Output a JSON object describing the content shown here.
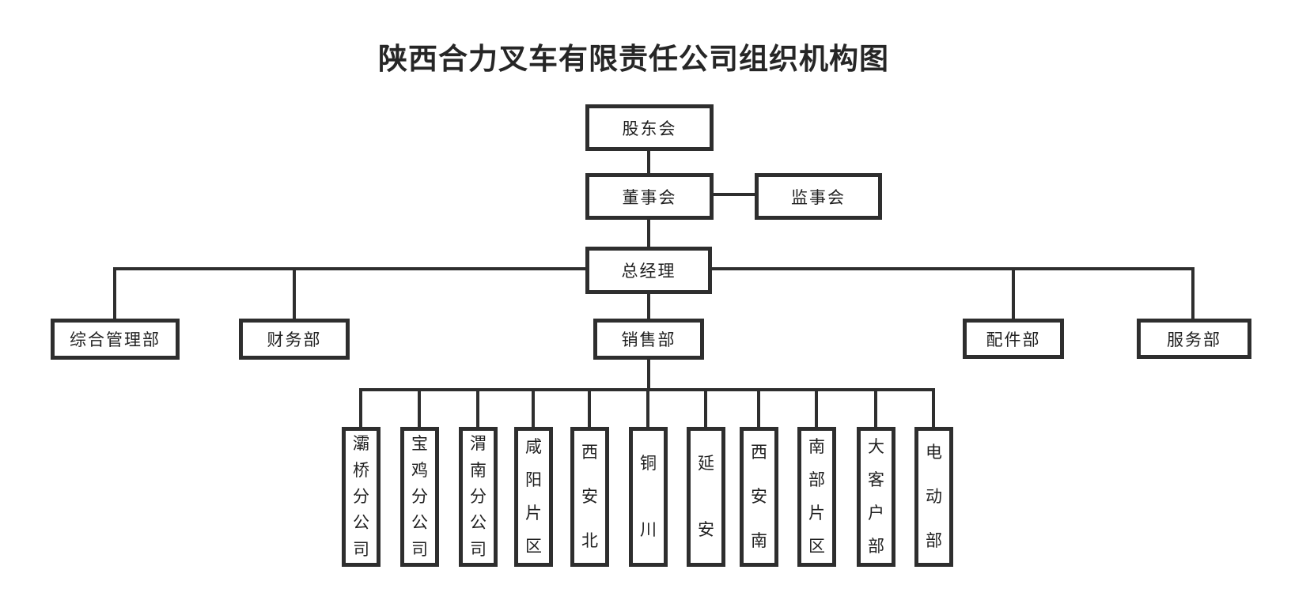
{
  "title": "陕西合力叉车有限责任公司组织机构图",
  "org": {
    "nodes": {
      "shareholders": "股东会",
      "board": "董事会",
      "supervisory": "监事会",
      "general_manager": "总经理"
    },
    "departments": [
      {
        "label": "综合管理部"
      },
      {
        "label": "财务部"
      },
      {
        "label": "销售部"
      },
      {
        "label": "配件部"
      },
      {
        "label": "服务部"
      }
    ],
    "sales_units": [
      {
        "label": "灞桥分公司"
      },
      {
        "label": "宝鸡分公司"
      },
      {
        "label": "渭南分公司"
      },
      {
        "label": "咸阳片区"
      },
      {
        "label": "西安北"
      },
      {
        "label": "铜川"
      },
      {
        "label": "延安"
      },
      {
        "label": "西安南"
      },
      {
        "label": "南部片区"
      },
      {
        "label": "大客户部"
      },
      {
        "label": "电动部"
      }
    ],
    "colors": {
      "line": "#2e2e2e",
      "text": "#1f1f1f",
      "background": "#ffffff"
    }
  }
}
